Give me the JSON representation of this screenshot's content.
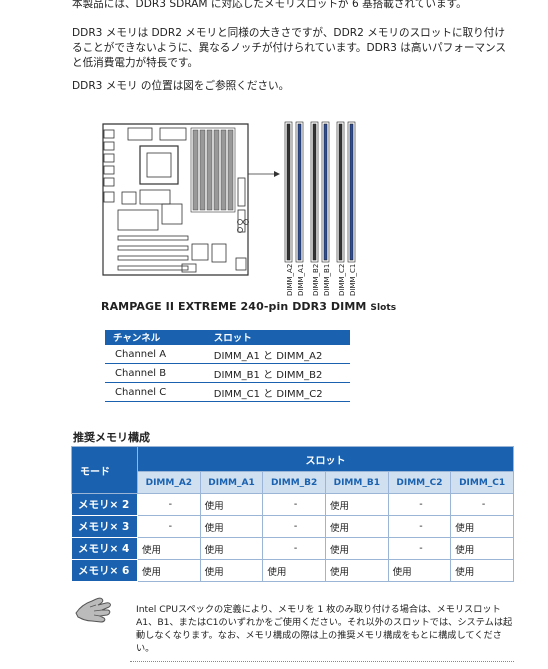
{
  "intro": {
    "line1": "本製品には、DDR3 SDRAM に対応したメモリスロットが 6 基搭載されています。",
    "line2": "DDR3 メモリは DDR2 メモリと同様の大きさですが、DDR2 メモリのスロットに取り付けることができないように、異なるノッチが付けられています。DDR3 は高いパフォーマンスと低消費電力が特長です。",
    "line3": "DDR3 メモリ の位置は図をご参照ください。"
  },
  "diagram": {
    "caption": "RAMPAGE II EXTREME 240-pin DDR3 DIMM",
    "caption_slots": "Slots",
    "slot_labels": [
      "DIMM_A2",
      "DIMM_A1",
      "DIMM_B2",
      "DIMM_B1",
      "DIMM_C2",
      "DIMM_C1"
    ]
  },
  "channel_table": {
    "headers": [
      "チャンネル",
      "スロット"
    ],
    "rows": [
      [
        "Channel A",
        "DIMM_A1 と DIMM_A2"
      ],
      [
        "Channel B",
        "DIMM_B1 と DIMM_B2"
      ],
      [
        "Channel C",
        "DIMM_C1 と DIMM_C2"
      ]
    ]
  },
  "recommended": {
    "title": "推奨メモリ構成",
    "mode_header": "モード",
    "slot_header": "スロット",
    "columns": [
      "DIMM_A2",
      "DIMM_A1",
      "DIMM_B2",
      "DIMM_B1",
      "DIMM_C2",
      "DIMM_C1"
    ],
    "rows": [
      {
        "label": "メモリ× 2",
        "cells": [
          "-",
          "使用",
          "-",
          "使用",
          "-",
          "-"
        ]
      },
      {
        "label": "メモリ× 3",
        "cells": [
          "-",
          "使用",
          "-",
          "使用",
          "-",
          "使用"
        ]
      },
      {
        "label": "メモリ× 4",
        "cells": [
          "使用",
          "使用",
          "-",
          "使用",
          "-",
          "使用"
        ]
      },
      {
        "label": "メモリ× 6",
        "cells": [
          "使用",
          "使用",
          "使用",
          "使用",
          "使用",
          "使用"
        ]
      }
    ]
  },
  "note": {
    "text": "Intel CPUスペックの定義により、メモリを 1 枚のみ取り付ける場合は、メモリスロットA1、B1、またはC1のいずれかをご使用ください。それ以外のスロットでは、システムは起動しなくなります。なお、メモリ構成の際は上の推奨メモリ構成をもとに構成してください。",
    "icon": "hand-note-icon"
  }
}
